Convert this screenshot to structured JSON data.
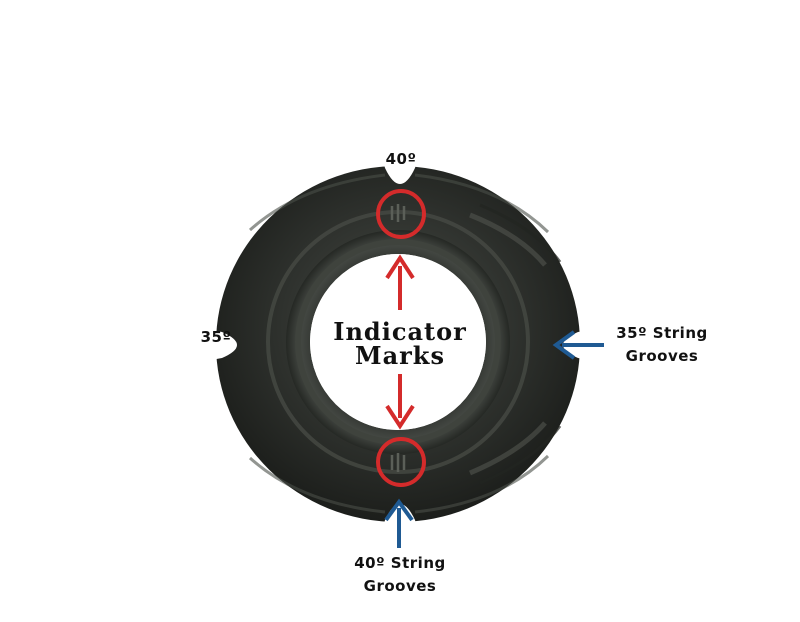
{
  "labels": {
    "top_angle": "40º",
    "left_angle": "35º",
    "indicator_line1": "Indicator",
    "indicator_line2": "Marks",
    "right_grooves_line1": "35º String",
    "right_grooves_line2": "Grooves",
    "bottom_grooves_line1": "40º String",
    "bottom_grooves_line2": "Grooves"
  },
  "colors": {
    "background": "#ffffff",
    "ring_body": "#2a2d29",
    "ring_highlight": "#3d413b",
    "indicator_red": "#d42b2b",
    "arrow_blue": "#1f5a93",
    "text": "#111111"
  }
}
